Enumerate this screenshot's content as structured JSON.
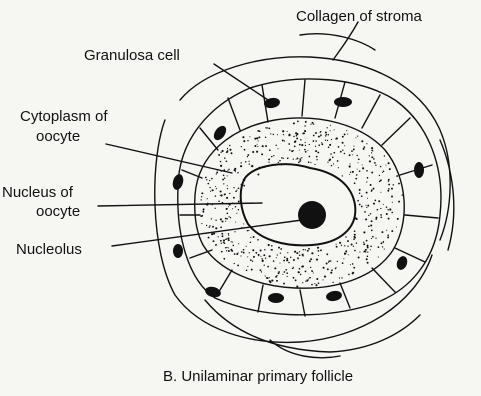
{
  "labels": {
    "collagen": "Collagen of stroma",
    "granulosa": "Granulosa cell",
    "cytoplasm_line1": "Cytoplasm of",
    "cytoplasm_line2": "oocyte",
    "nucleus_line1": "Nucleus of",
    "nucleus_line2": "oocyte",
    "nucleolus": "Nucleolus"
  },
  "caption": "B. Unilaminar primary follicle",
  "colors": {
    "ink": "#111111",
    "background": "#f6f6f3"
  }
}
